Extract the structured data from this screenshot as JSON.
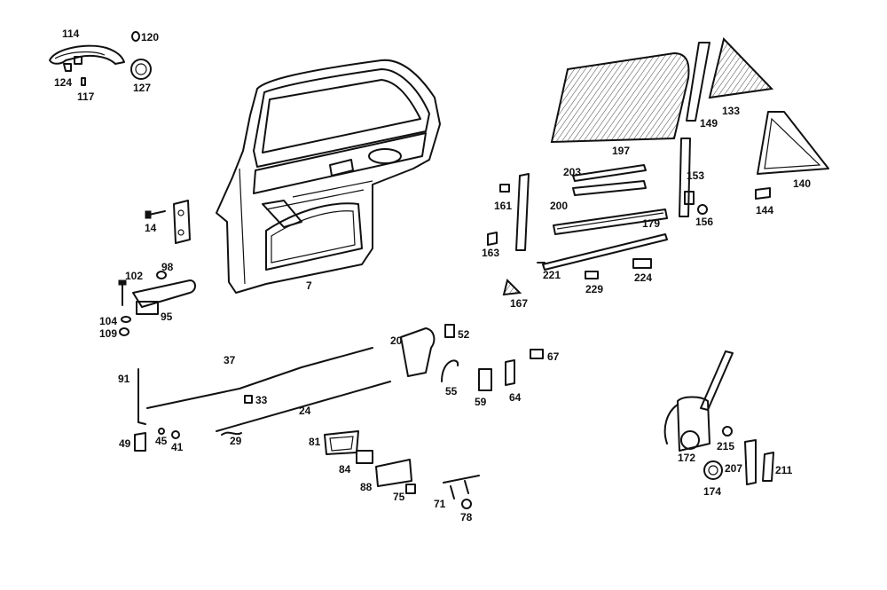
{
  "labels": {
    "l114": "114",
    "l120": "120",
    "l124": "124",
    "l117": "117",
    "l127": "127",
    "l14": "14",
    "l98": "98",
    "l102": "102",
    "l95": "95",
    "l104": "104",
    "l109": "109",
    "l7": "7",
    "l197": "197",
    "l133": "133",
    "l149": "149",
    "l140": "140",
    "l144": "144",
    "l203": "203",
    "l200": "200",
    "l179": "179",
    "l153": "153",
    "l156": "156",
    "l161": "161",
    "l163": "163",
    "l221": "221",
    "l229": "229",
    "l224": "224",
    "l167": "167",
    "l20": "20",
    "l52": "52",
    "l67": "67",
    "l37": "37",
    "l55": "55",
    "l59": "59",
    "l64": "64",
    "l91": "91",
    "l33": "33",
    "l24": "24",
    "l49": "49",
    "l45": "45",
    "l41": "41",
    "l29": "29",
    "l81": "81",
    "l84": "84",
    "l88": "88",
    "l75": "75",
    "l71": "71",
    "l78": "78",
    "l172": "172",
    "l215": "215",
    "l207": "207",
    "l211": "211",
    "l174": "174"
  },
  "icons": {
    "door_shell": "door-shell-icon",
    "door_glass": "door-glass-icon",
    "vent_glass": "vent-glass-icon",
    "window_regulator": "window-regulator-icon",
    "outside_handle": "outside-handle-icon",
    "inside_handle": "inside-handle-icon",
    "lock_mechanism": "door-lock-icon",
    "hinge": "door-hinge-icon"
  }
}
